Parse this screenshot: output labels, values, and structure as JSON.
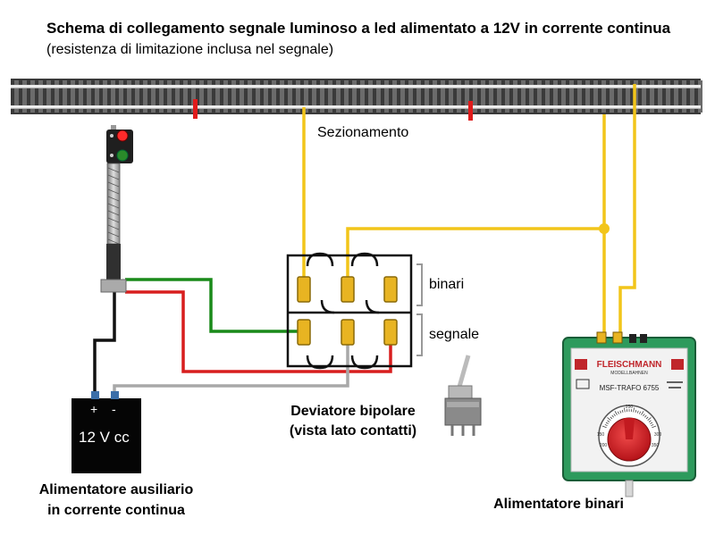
{
  "title": "Schema di collegamento segnale luminoso a led alimentato a 12V in corrente continua",
  "subtitle": "(resistenza di limitazione inclusa nel segnale)",
  "labels": {
    "sezionamento": "Sezionamento",
    "binari": "binari",
    "segnale": "segnale",
    "deviatore_line1": "Deviatore bipolare",
    "deviatore_line2": "(vista lato contatti)",
    "aux_plus": "+",
    "aux_minus": "-",
    "aux_voltage": "12 V cc",
    "aux_caption_line1": "Alimentatore ausiliario",
    "aux_caption_line2": "in corrente continua",
    "trafo_caption": "Alimentatore binari"
  },
  "trafo": {
    "brand": "FLEISCHMANN",
    "brand_sub": "MODELLBAHNEN",
    "model": "MSF-TRAFO 6755",
    "dial_ticks": [
      "150",
      "200",
      "250",
      "300",
      "350"
    ]
  },
  "colors": {
    "wire_yellow": "#f2c51a",
    "wire_green": "#1a8a1a",
    "wire_red": "#d81e1e",
    "wire_black": "#111111",
    "wire_gray": "#a8a8a8",
    "trafo_green": "#2d9a5c",
    "knob_red": "#d9232a"
  }
}
